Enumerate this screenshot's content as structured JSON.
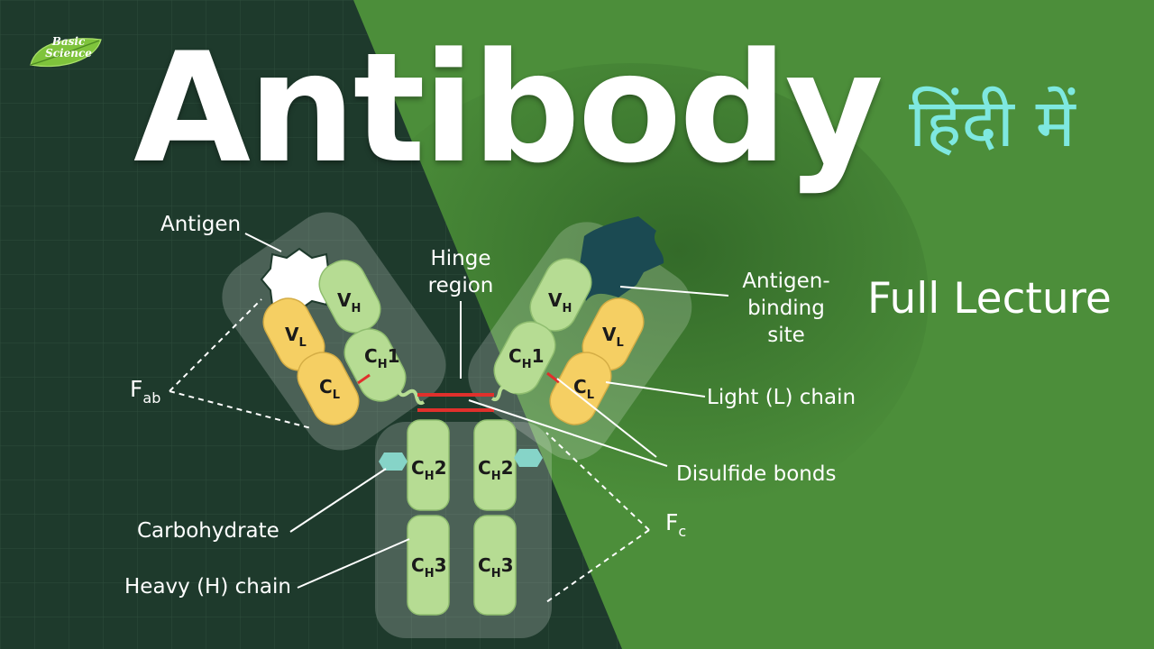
{
  "logo": {
    "text": "Basic Science"
  },
  "title": "Antibody",
  "subtitle_hindi": "हिंदी में",
  "tagline": "Full Lecture",
  "labels": {
    "antigen": "Antigen",
    "hinge": "Hinge region",
    "antigen_binding": "Antigen-binding site",
    "fab": "F",
    "fab_sub": "ab",
    "light_chain": "Light (L) chain",
    "disulfide": "Disulfide bonds",
    "fc": "F",
    "fc_sub": "c",
    "carbohydrate": "Carbohydrate",
    "heavy_chain": "Heavy (H) chain"
  },
  "domains": {
    "vh": {
      "main": "V",
      "sub": "H"
    },
    "vl": {
      "main": "V",
      "sub": "L"
    },
    "cl": {
      "main": "C",
      "sub": "L"
    },
    "ch1": {
      "main": "C",
      "sub": "H",
      "num": "1"
    },
    "ch2": {
      "main": "C",
      "sub": "H",
      "num": "2"
    },
    "ch3": {
      "main": "C",
      "sub": "H",
      "num": "3"
    }
  },
  "colors": {
    "dark_bg": "#1e3a2c",
    "green_bg": "#4c8e3a",
    "heavy_domain": "#b6dc93",
    "light_domain": "#f5cf63",
    "antigen_bound": "#ffffff",
    "antigen_site": "#1b4a52",
    "carbohydrate": "#86d4c8",
    "disulfide": "#e0302c",
    "hindi_text": "#7ee8e0"
  }
}
